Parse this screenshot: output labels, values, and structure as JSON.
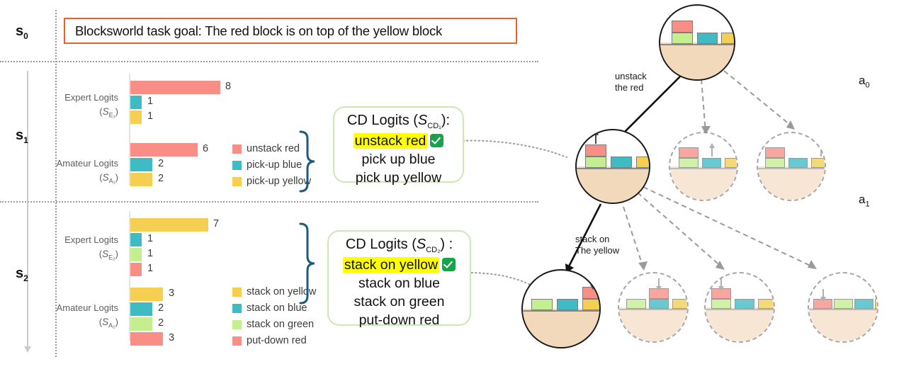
{
  "goal": {
    "text": "Blocksworld task goal: The red block is on top of the yellow block",
    "border_color": "#E8622B"
  },
  "states": [
    {
      "id": "s0",
      "label": "s",
      "sub": "0"
    },
    {
      "id": "s1",
      "label": "s",
      "sub": "1"
    },
    {
      "id": "s2",
      "label": "s",
      "sub": "2"
    }
  ],
  "palette": {
    "red": "#F98E86",
    "blue": "#3FBBC4",
    "yellow": "#F4CF52",
    "green": "#C4EE8F",
    "ground": "#F2D9BC",
    "highlight": "#FFFF00",
    "check_green": "#17A34A",
    "cdbox_border": "#CDE8B0",
    "brace": "#1F5A7E"
  },
  "chart_data": [
    {
      "type": "bar",
      "title": "Expert Logits",
      "subscript_label": "S",
      "subscript_sub": "E₁",
      "orientation": "horizontal",
      "categories": [
        "unstack red",
        "pick-up blue",
        "pick-up yellow"
      ],
      "values": [
        8,
        1,
        1
      ],
      "colors": [
        "#F98E86",
        "#3FBBC4",
        "#F4CF52"
      ],
      "xlim": [
        0,
        8
      ],
      "grid": false
    },
    {
      "type": "bar",
      "title": "Amateur Logits",
      "subscript_label": "S",
      "subscript_sub": "A₁",
      "orientation": "horizontal",
      "categories": [
        "unstack red",
        "pick-up blue",
        "pick-up yellow"
      ],
      "values": [
        6,
        2,
        2
      ],
      "colors": [
        "#F98E86",
        "#3FBBC4",
        "#F4CF52"
      ],
      "xlim": [
        0,
        8
      ],
      "grid": false,
      "legend": [
        "unstack red",
        "pick-up blue",
        "pick-up yellow"
      ],
      "legend_position": "right"
    },
    {
      "type": "bar",
      "title": "Expert Logits",
      "subscript_label": "S",
      "subscript_sub": "E₂",
      "orientation": "horizontal",
      "categories": [
        "stack on yellow",
        "stack on blue",
        "stack on green",
        "put-down red"
      ],
      "values": [
        7,
        1,
        1,
        1
      ],
      "colors": [
        "#F4CF52",
        "#3FBBC4",
        "#C4EE8F",
        "#F98E86"
      ],
      "xlim": [
        0,
        8
      ],
      "grid": false
    },
    {
      "type": "bar",
      "title": "Amateur Logits",
      "subscript_label": "S",
      "subscript_sub": "A₂",
      "orientation": "horizontal",
      "categories": [
        "stack on yellow",
        "stack on blue",
        "stack on green",
        "put-down red"
      ],
      "values": [
        3,
        2,
        2,
        3
      ],
      "colors": [
        "#F4CF52",
        "#3FBBC4",
        "#C4EE8F",
        "#F98E86"
      ],
      "xlim": [
        0,
        8
      ],
      "grid": false,
      "legend": [
        "stack on yellow",
        "stack on blue",
        "stack on green",
        "put-down red"
      ],
      "legend_position": "right"
    }
  ],
  "chart_labels": {
    "expert": "Expert Logits",
    "amateur": "Amateur Logits",
    "s1_expert_sym": "S",
    "s1_expert_sub": "E₁",
    "s1_amateur_sub": "A₁",
    "s2_expert_sub": "E₂",
    "s2_amateur_sub": "A₂"
  },
  "cd_boxes": [
    {
      "title_prefix": "CD Logits (",
      "title_sym": "S",
      "title_sub": "CD₁",
      "title_suffix": "):",
      "options": [
        "unstack red",
        "pick up blue",
        "pick up yellow"
      ],
      "selected_index": 0,
      "selected_check": true
    },
    {
      "title_prefix": "CD Logits (",
      "title_sym": "S",
      "title_sub": "CD₂",
      "title_suffix": ") :",
      "options": [
        "stack on yellow",
        "stack on blue",
        "stack on green",
        "put-down red"
      ],
      "selected_index": 0,
      "selected_check": true
    }
  ],
  "tree": {
    "action_labels": [
      {
        "id": "a0",
        "label": "a",
        "sub": "0"
      },
      {
        "id": "a1",
        "label": "a",
        "sub": "1"
      }
    ],
    "edge_labels": [
      {
        "id": "unstack-the-red",
        "line1": "unstack",
        "line2": "the red"
      },
      {
        "id": "stack-on-the-yellow",
        "line1": "stack on",
        "line2": "The yellow"
      }
    ],
    "nodes": [
      {
        "id": "root",
        "selected": true,
        "arrow": null,
        "stacks": [
          [
            "green",
            "red"
          ],
          [
            "blue"
          ],
          [
            "yellow"
          ]
        ]
      },
      {
        "id": "s1-chosen",
        "selected": true,
        "arrow": {
          "block": "red",
          "dir": "up"
        },
        "stacks": [
          [
            "green"
          ],
          [
            "blue"
          ],
          [
            "yellow"
          ]
        ],
        "floating": "red"
      },
      {
        "id": "s1-alt-blue",
        "selected": false,
        "arrow": {
          "block": "blue",
          "dir": "up"
        },
        "stacks": [
          [
            "green",
            "red"
          ],
          [
            "blue"
          ],
          [
            "yellow"
          ]
        ]
      },
      {
        "id": "s1-alt-yellow",
        "selected": false,
        "arrow": {
          "block": "yellow",
          "dir": "up"
        },
        "stacks": [
          [
            "green",
            "red"
          ],
          [
            "blue"
          ],
          [
            "yellow"
          ]
        ]
      },
      {
        "id": "s2-chosen",
        "selected": true,
        "arrow": {
          "block": "red",
          "dir": "down"
        },
        "stacks": [
          [
            "green"
          ],
          [
            "blue"
          ],
          [
            "yellow",
            "red"
          ]
        ]
      },
      {
        "id": "s2-alt-blue",
        "selected": false,
        "arrow": {
          "block": "red",
          "dir": "down"
        },
        "stacks": [
          [
            "green"
          ],
          [
            "blue",
            "red"
          ],
          [
            "yellow"
          ]
        ]
      },
      {
        "id": "s2-alt-green",
        "selected": false,
        "arrow": {
          "block": "red",
          "dir": "down"
        },
        "stacks": [
          [
            "green",
            "red"
          ],
          [
            "blue"
          ],
          [
            "yellow"
          ]
        ]
      },
      {
        "id": "s2-alt-putdown",
        "selected": false,
        "arrow": {
          "block": "red",
          "dir": "down"
        },
        "stacks": [
          [
            "red"
          ],
          [
            "green"
          ],
          [
            "blue"
          ],
          [
            "yellow"
          ]
        ]
      }
    ]
  }
}
